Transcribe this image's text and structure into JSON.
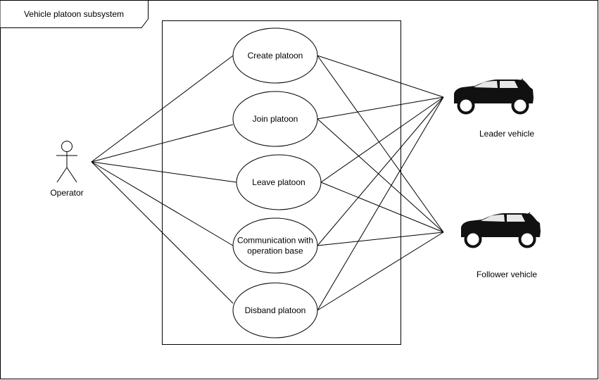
{
  "frame": {
    "title": "Vehicle platoon subsystem"
  },
  "actors": {
    "operator": {
      "label": "Operator",
      "icon": "stick-figure-icon"
    },
    "leader": {
      "label": "Leader vehicle",
      "icon": "car-icon"
    },
    "follower": {
      "label": "Follower vehicle",
      "icon": "car-icon"
    }
  },
  "use_cases": [
    {
      "id": "create",
      "lines": [
        "Create platoon"
      ]
    },
    {
      "id": "join",
      "lines": [
        "Join platoon"
      ]
    },
    {
      "id": "leave",
      "lines": [
        "Leave platoon"
      ]
    },
    {
      "id": "comm",
      "lines": [
        "Communication with",
        "operation base"
      ]
    },
    {
      "id": "disband",
      "lines": [
        "Disband platoon"
      ]
    }
  ],
  "associations": [
    [
      "operator",
      "create"
    ],
    [
      "operator",
      "join"
    ],
    [
      "operator",
      "leave"
    ],
    [
      "operator",
      "comm"
    ],
    [
      "operator",
      "disband"
    ],
    [
      "create",
      "leader"
    ],
    [
      "join",
      "leader"
    ],
    [
      "leave",
      "leader"
    ],
    [
      "comm",
      "leader"
    ],
    [
      "disband",
      "leader"
    ],
    [
      "create",
      "follower"
    ],
    [
      "join",
      "follower"
    ],
    [
      "leave",
      "follower"
    ],
    [
      "comm",
      "follower"
    ],
    [
      "disband",
      "follower"
    ]
  ],
  "colors": {
    "line": "#000000",
    "fill": "#ffffff",
    "car": "#111111"
  }
}
